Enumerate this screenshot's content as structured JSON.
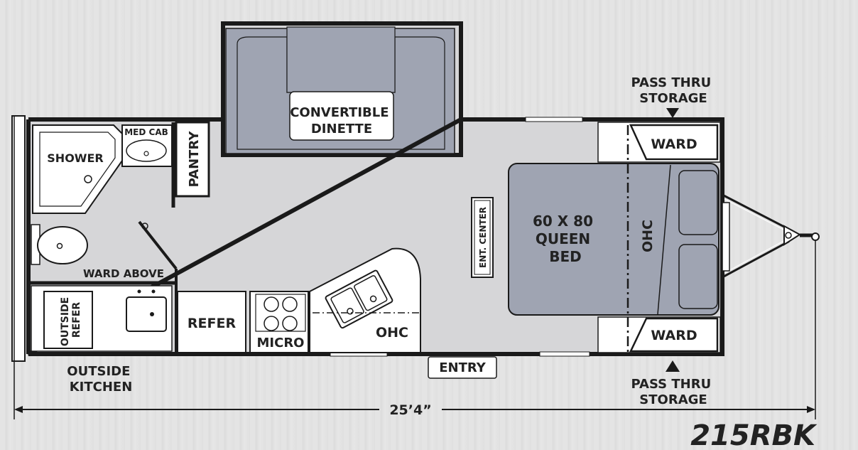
{
  "labels": {
    "convertible_dinette": [
      "CONVERTIBLE",
      "DINETTE"
    ],
    "med_cab": "MED CAB",
    "shower": "SHOWER",
    "pantry": "PANTRY",
    "ward_above": "WARD ABOVE",
    "outside_refer": [
      "OUTSIDE",
      "REFER"
    ],
    "refer": "REFER",
    "micro": "MICRO",
    "ohc_kitchen": "OHC",
    "ent_center": "ENT. CENTER",
    "bed": [
      "60 X 80",
      "QUEEN",
      "BED"
    ],
    "ohc_bed": "OHC",
    "ward_top": "WARD",
    "ward_bottom": "WARD",
    "pass_thru_top": [
      "PASS THRU",
      "STORAGE"
    ],
    "pass_thru_bottom": [
      "PASS THRU",
      "STORAGE"
    ],
    "entry": "ENTRY",
    "outside_kitchen": [
      "OUTSIDE",
      "KITCHEN"
    ],
    "dimension": "25’4”",
    "model": "215RBK"
  },
  "colors": {
    "wall": "#1a1a1a",
    "floor": "#d6d6d8",
    "furniture": "#9fa4b2",
    "paper": "#ffffff"
  }
}
